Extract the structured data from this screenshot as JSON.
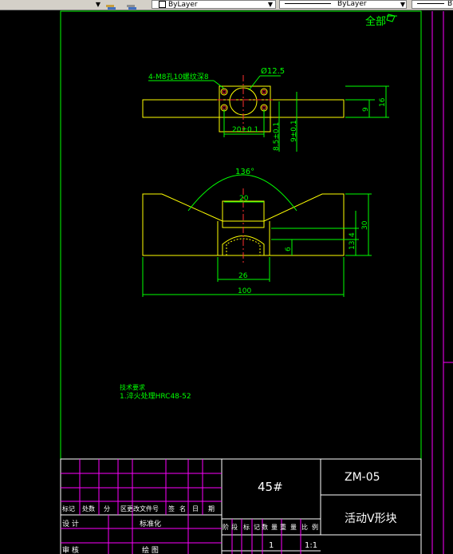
{
  "toolbar": {
    "layer_color": "ByLayer",
    "linetype": "ByLayer",
    "lineweight_partial": "B"
  },
  "viewport_label": "全部",
  "drawing": {
    "top_view": {
      "hole_note": "4-M8孔10螺纹深8",
      "dia_label": "Ø12.5",
      "dim_hole_spacing": "20±0.1",
      "dim_8_5": "8.5±0.1",
      "dim_9_tol": "9±0.1",
      "dim_9": "9",
      "dim_16": "16"
    },
    "front_view": {
      "angle": "136°",
      "dim_20": "20",
      "dim_26": "26",
      "dim_100": "100",
      "dim_30": "30",
      "dim_13": "13",
      "dim_4": "4",
      "dim_6": "6"
    },
    "notes": {
      "title": "技术要求",
      "line1": "1.淬火处理HRC48-52"
    }
  },
  "title_block": {
    "material": "45#",
    "drawing_no": "ZM-05",
    "part_name": "活动V形块",
    "scale": "1:1",
    "quantity": "1",
    "header_row": [
      "标记",
      "处数",
      "分",
      "区",
      "更改文件号",
      "签",
      "名",
      "日",
      "期"
    ],
    "design_label": "设 计",
    "standard_label": "标准化",
    "review_label": "审 核",
    "process_label": "绘 图",
    "stage_headers": [
      "阶",
      "段",
      "标",
      "记",
      "数",
      "量",
      "重",
      "量",
      "比",
      "例"
    ]
  }
}
